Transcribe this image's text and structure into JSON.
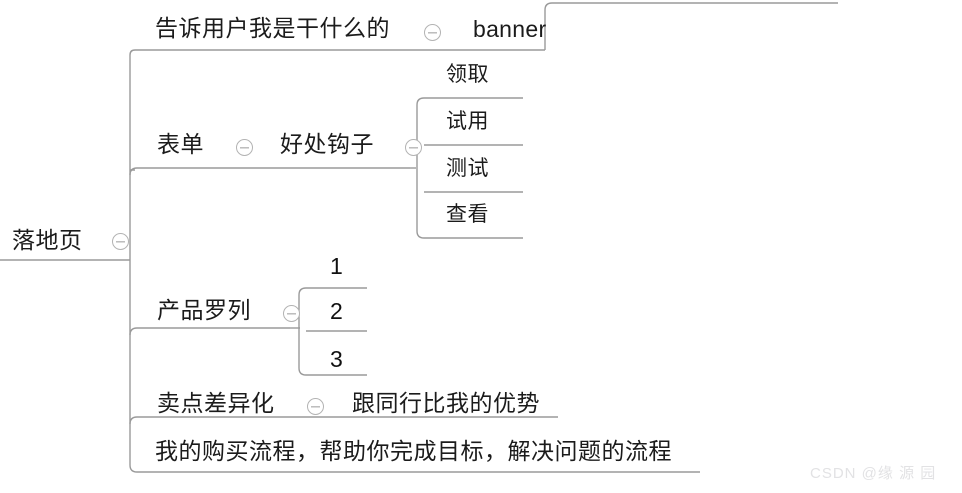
{
  "mindmap": {
    "root": {
      "label": "落地页",
      "toggle_icon": "collapse-minus-circle-icon"
    },
    "branches": [
      {
        "label": "告诉用户我是干什么的",
        "toggle_icon": "collapse-minus-circle-icon",
        "children": [
          {
            "label": "banner"
          }
        ]
      },
      {
        "label": "表单",
        "toggle_icon": "collapse-minus-circle-icon",
        "children": [
          {
            "label": "好处钩子",
            "toggle_icon": "collapse-minus-circle-icon",
            "children": [
              {
                "label": "领取"
              },
              {
                "label": "试用"
              },
              {
                "label": "测试"
              },
              {
                "label": "查看"
              }
            ]
          }
        ]
      },
      {
        "label": "产品罗列",
        "toggle_icon": "collapse-minus-circle-icon",
        "children": [
          {
            "label": "1"
          },
          {
            "label": "2"
          },
          {
            "label": "3"
          }
        ]
      },
      {
        "label": "卖点差异化",
        "toggle_icon": "collapse-minus-circle-icon",
        "children": [
          {
            "label": "跟同行比我的优势"
          }
        ]
      },
      {
        "label": "我的购买流程，帮助你完成目标，解决问题的流程",
        "children": []
      }
    ]
  },
  "watermark": {
    "text": "CSDN @缘 源 园"
  },
  "colors": {
    "text": "#1b1b1b",
    "line": "#9a9a9a",
    "toggle_border": "#b3b3b3",
    "watermark": "#e2e2e4",
    "background": "#ffffff"
  }
}
